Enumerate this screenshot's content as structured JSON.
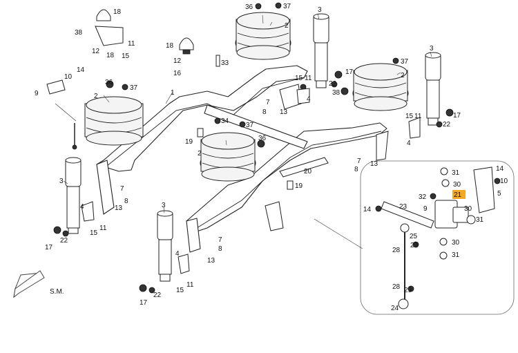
{
  "diagram": {
    "highlight_color": "#f5a623",
    "direction_label": "S.M.",
    "labels": {
      "air_spring": "2",
      "frame_rail": "1",
      "shock_absorber": "3",
      "bracket": "4",
      "valve_cover": "5",
      "bolt_a": "7",
      "bolt_b": "8",
      "link_small": "9",
      "nut_10": "10",
      "nut_11": "11",
      "nut_12": "12",
      "bolt_13": "13",
      "washer_14": "14",
      "washer_15": "15",
      "nut_16": "16",
      "nut_17": "17",
      "bump_stop": "18",
      "bushing_19": "19",
      "crossmember_20": "20",
      "valve_21": "21",
      "washer_22": "22",
      "rod_23": "23",
      "ball_joint_24": "24",
      "joint_25": "25",
      "clip_28": "28",
      "clip_29": "29",
      "fitting_30": "30",
      "fitting_31": "31",
      "nut_32": "32",
      "bolt_33": "33",
      "nut_34": "34",
      "fitting_36": "36",
      "nut_37": "37",
      "fitting_38": "38"
    }
  }
}
